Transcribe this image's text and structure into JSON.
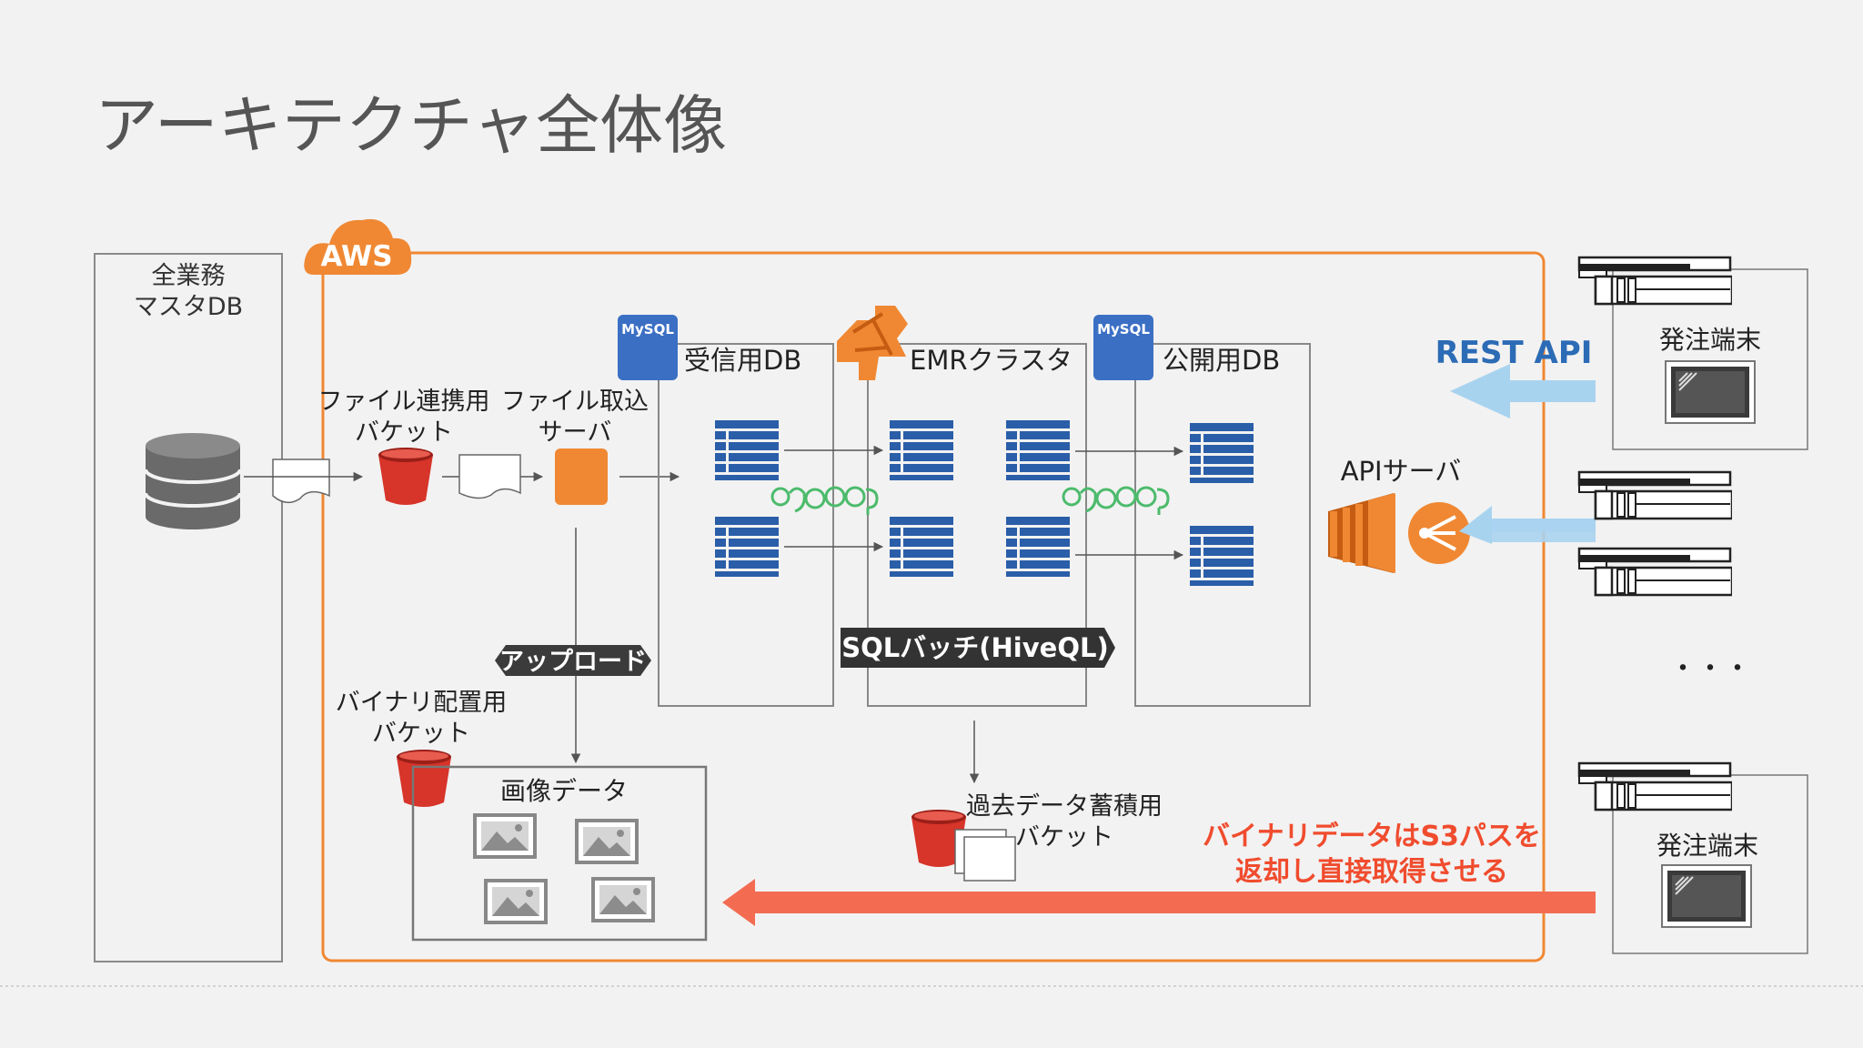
{
  "title": "アーキテクチャ全体像",
  "cloud_label": "AWS",
  "master_db": {
    "line1": "全業務",
    "line2": "マスタDB"
  },
  "file_bucket": {
    "line1": "ファイル連携用",
    "line2": "バケット"
  },
  "import_server": {
    "line1": "ファイル取込",
    "line2": "サーバ"
  },
  "upload_label": "アップロード",
  "binary_bucket": {
    "line1": "バイナリ配置用",
    "line2": "バケット"
  },
  "image_data_label": "画像データ",
  "mysql_badge": "MySQL",
  "receive_db_label": "受信用DB",
  "emr_label": "EMRクラスタ",
  "public_db_label": "公開用DB",
  "sql_batch_label": "SQLバッチ(HiveQL)",
  "archive_bucket": {
    "line1": "過去データ蓄積用",
    "line2": "バケット"
  },
  "api_server_label": "APIサーバ",
  "rest_api_label": "REST API",
  "terminal_label": "発注端末",
  "ellipsis": "・・・",
  "binary_note": {
    "line1": "バイナリデータはS3パスを",
    "line2": "返却し直接取得させる"
  },
  "colors": {
    "aws_orange": "#f08833",
    "bucket_red": "#d7342a",
    "db_blue": "#2a5ea8",
    "mysql_blue": "#3b6fc4",
    "rest_blue": "#2c6bb5",
    "arrow_light_blue": "#a8d3ef",
    "note_red": "#f36c52",
    "note_text": "#f04c2e",
    "hadoop_green": "#4cbb6c",
    "gray": "#555555"
  },
  "icons": [
    "database-icon",
    "file-icon",
    "bucket-icon",
    "server-icon",
    "mysql-icon",
    "table-icon",
    "hadoop-icon",
    "emr-icon",
    "ec2-icon",
    "elb-icon",
    "image-icon",
    "printer-icon",
    "screen-icon",
    "aws-cloud-icon"
  ]
}
